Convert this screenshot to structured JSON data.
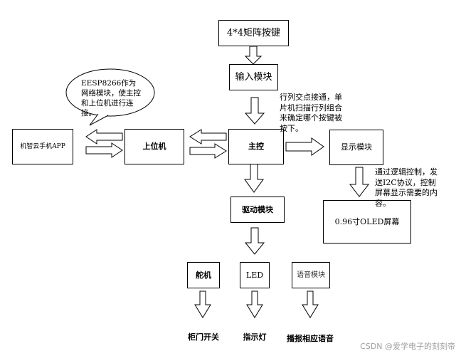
{
  "nodes": {
    "keypad": "4*4矩阵按键",
    "input": "输入模块",
    "bubble": "EESP8266作为网络模块，使主控和上位机进行连接。",
    "app": "机智云手机APP",
    "host": "上位机",
    "main": "主控",
    "display": "显示模块",
    "driver": "驱动模块",
    "oled": "0.96寸OLED屏幕",
    "servo": "舵机",
    "led": "LED",
    "voice": "语音模块",
    "door": "柜门开关",
    "lamp": "指示灯",
    "speech": "播报相应语音"
  },
  "notes": {
    "keypad_scan": "行列交点接通，单片机扫描行列组合来确定哪个按键被按下。",
    "oled_ctrl": "通过逻辑控制，发送I2C协议，控制屏幕显示需要的内容。"
  },
  "watermark": "CSDN @爱学电子的刻刻帝",
  "colors": {
    "stroke": "#000000",
    "background": "#ffffff",
    "watermark": "#a0a0a0"
  }
}
